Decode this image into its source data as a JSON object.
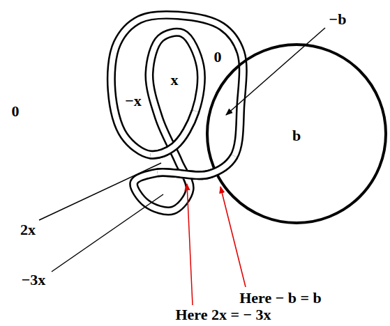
{
  "diagram": {
    "labels": [
      "0",
      "0",
      "x",
      "−x",
      "−b",
      "b",
      "2x",
      "−3x",
      "Here − b = b",
      "Here 2x = − 3x"
    ]
  }
}
